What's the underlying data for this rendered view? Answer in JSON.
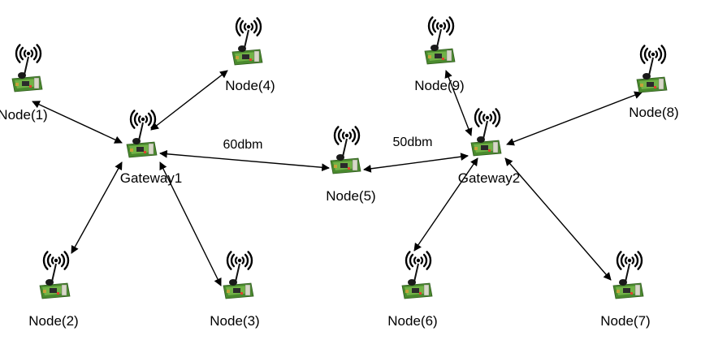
{
  "diagram": {
    "nodes": [
      {
        "id": "node1",
        "label": "Node(1)"
      },
      {
        "id": "node4",
        "label": "Node(4)"
      },
      {
        "id": "gateway1",
        "label": "Gateway1"
      },
      {
        "id": "node2",
        "label": "Node(2)"
      },
      {
        "id": "node3",
        "label": "Node(3)"
      },
      {
        "id": "node5",
        "label": "Node(5)"
      },
      {
        "id": "node9",
        "label": "Node(9)"
      },
      {
        "id": "gateway2",
        "label": "Gateway2"
      },
      {
        "id": "node8",
        "label": "Node(8)"
      },
      {
        "id": "node6",
        "label": "Node(6)"
      },
      {
        "id": "node7",
        "label": "Node(7)"
      }
    ],
    "links": [
      {
        "from": "node1",
        "to": "gateway1",
        "label": ""
      },
      {
        "from": "node4",
        "to": "gateway1",
        "label": ""
      },
      {
        "from": "node2",
        "to": "gateway1",
        "label": ""
      },
      {
        "from": "node3",
        "to": "gateway1",
        "label": ""
      },
      {
        "from": "gateway1",
        "to": "node5",
        "label": "60dbm"
      },
      {
        "from": "node5",
        "to": "gateway2",
        "label": "50dbm"
      },
      {
        "from": "node9",
        "to": "gateway2",
        "label": ""
      },
      {
        "from": "node8",
        "to": "gateway2",
        "label": ""
      },
      {
        "from": "node6",
        "to": "gateway2",
        "label": ""
      },
      {
        "from": "node7",
        "to": "gateway2",
        "label": ""
      }
    ],
    "colors": {
      "board": "#4a8a2e",
      "board_light": "#7fbf4f",
      "signal": "#000000",
      "arrow": "#000000"
    }
  }
}
